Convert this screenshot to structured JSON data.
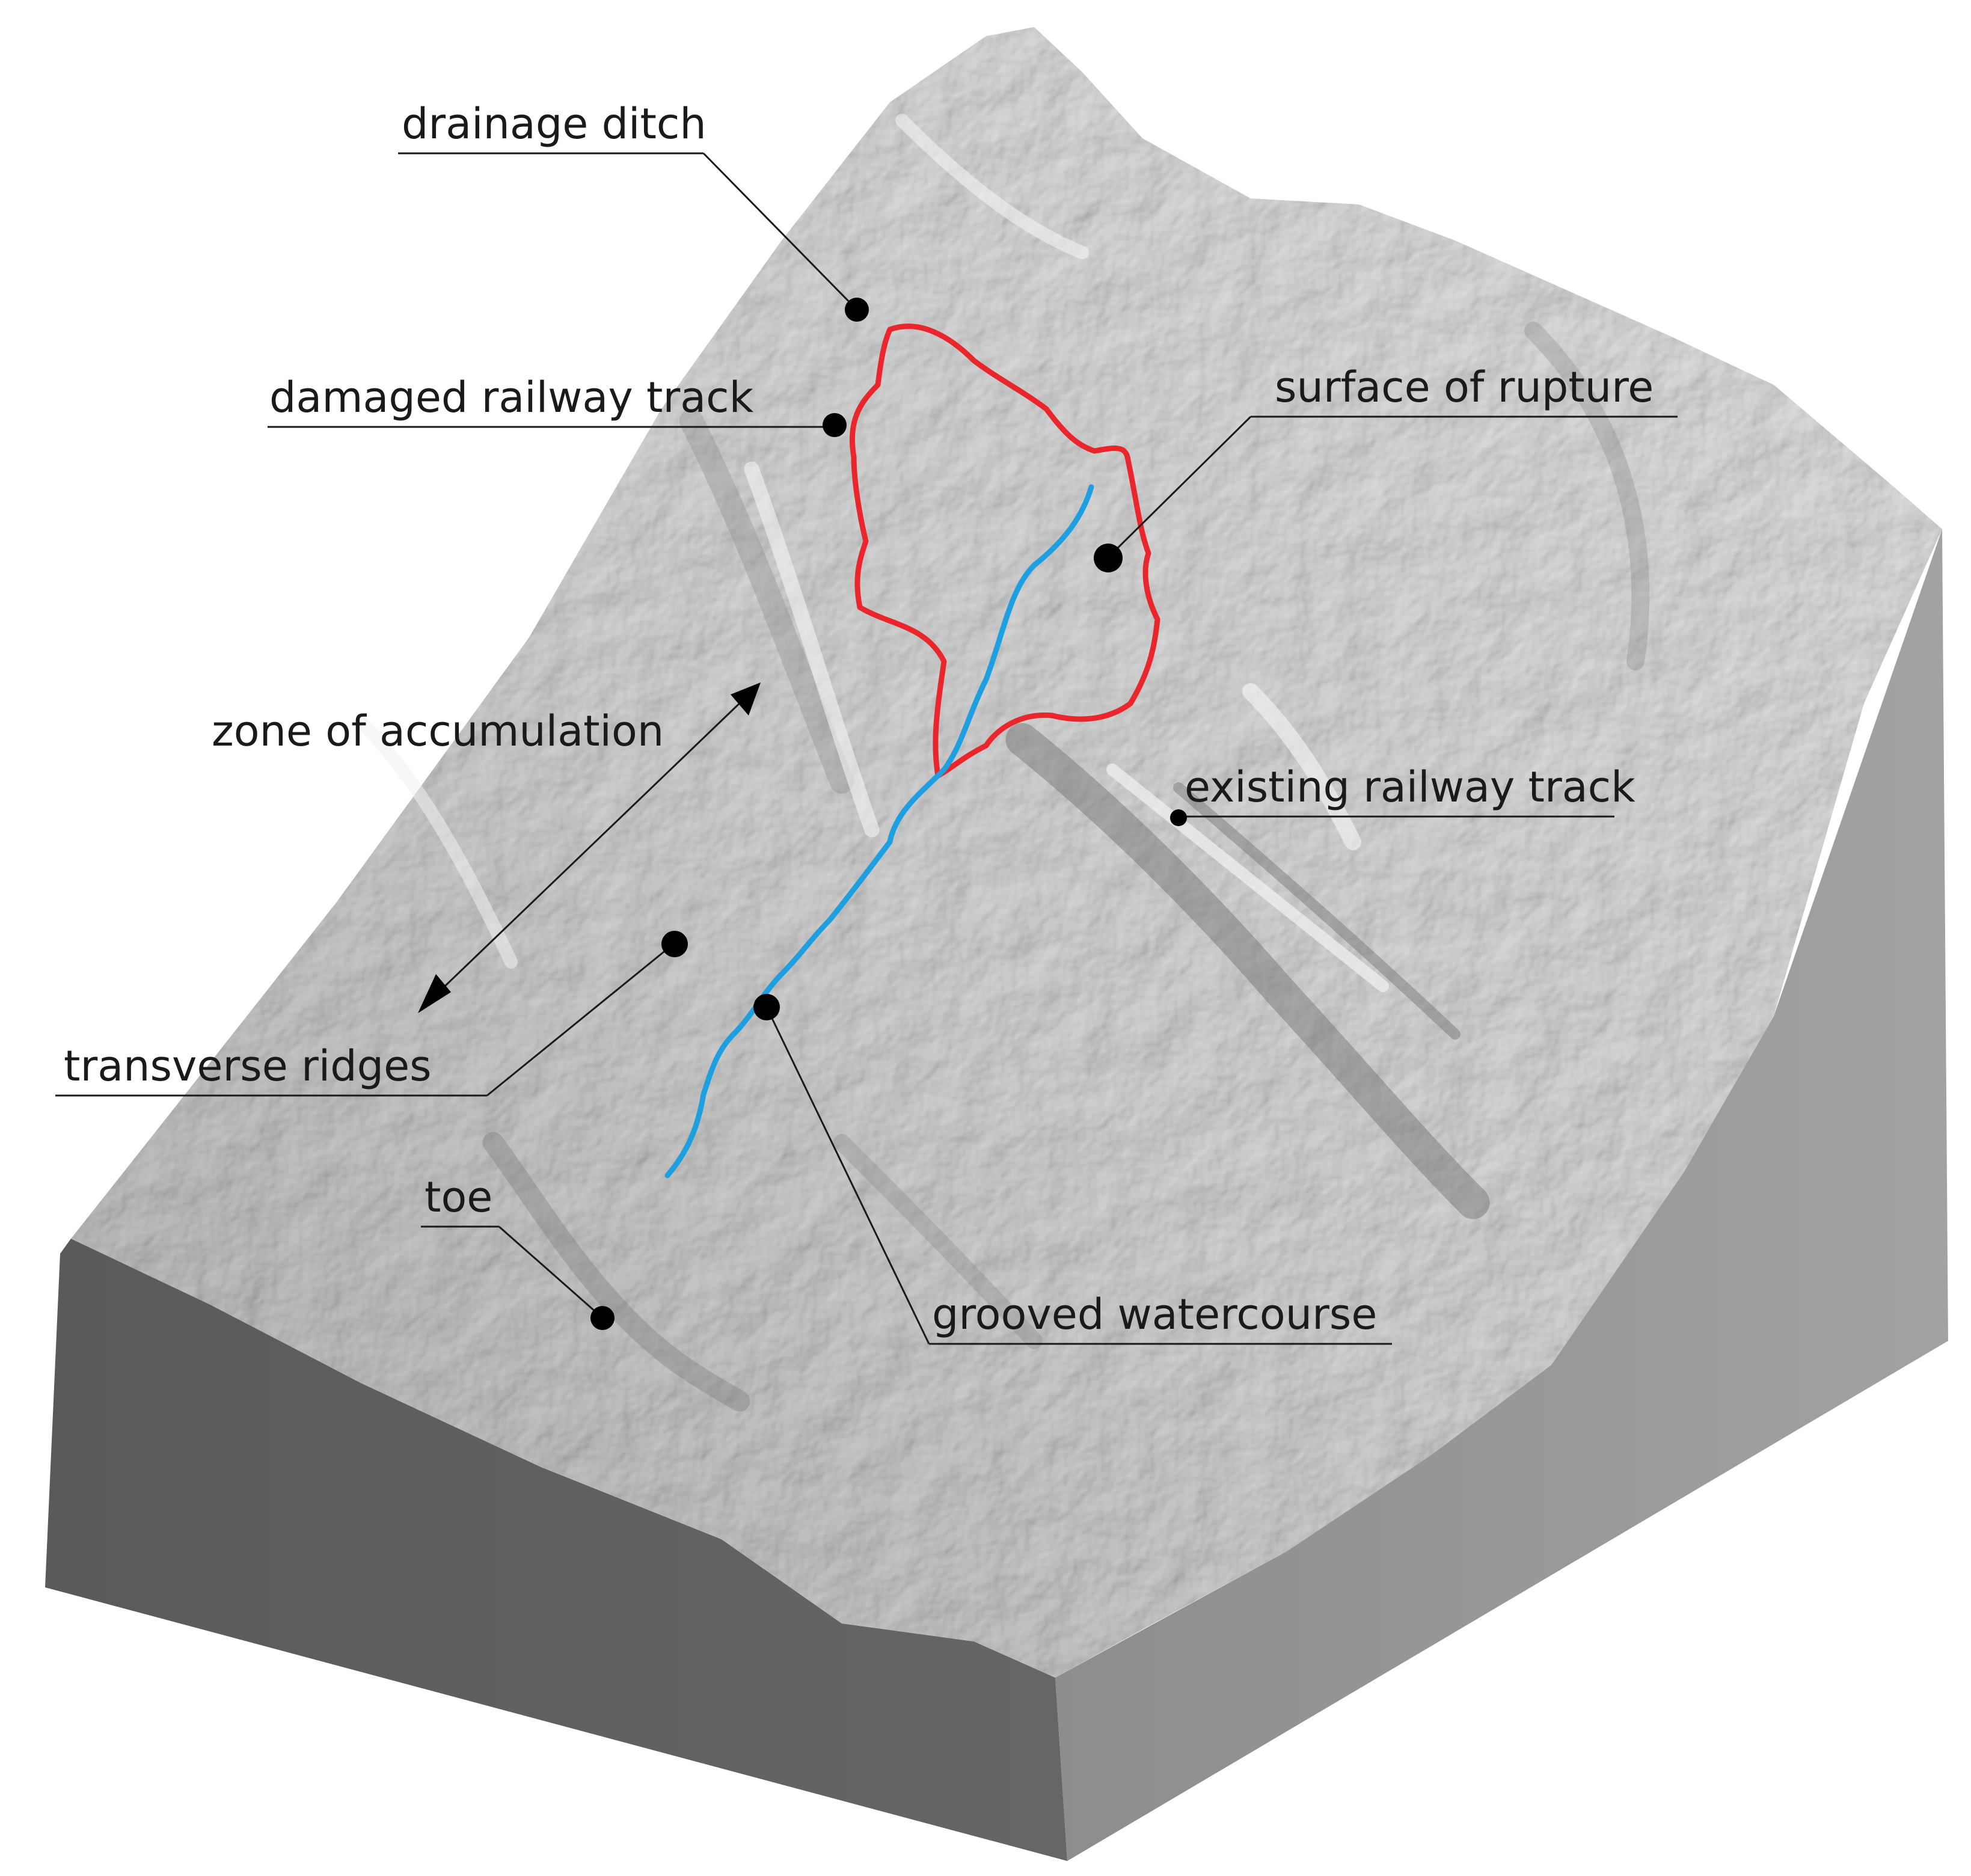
{
  "labels": {
    "drainage_ditch": "drainage ditch",
    "damaged_railway_track": "damaged railway track",
    "surface_of_rupture": "surface of rupture",
    "zone_of_accumulation": "zone of accumulation",
    "existing_railway_track": "existing railway track",
    "transverse_ridges": "transverse ridges",
    "toe": "toe",
    "grooved_watercourse": "grooved watercourse"
  },
  "colors": {
    "rupture_outline": "#e8262b",
    "watercourse": "#1e9fe0",
    "block_front": "#5e5e5e",
    "block_side": "#979797",
    "terrain_base": "#c9c9c9",
    "leader": "#1a1a1a"
  }
}
